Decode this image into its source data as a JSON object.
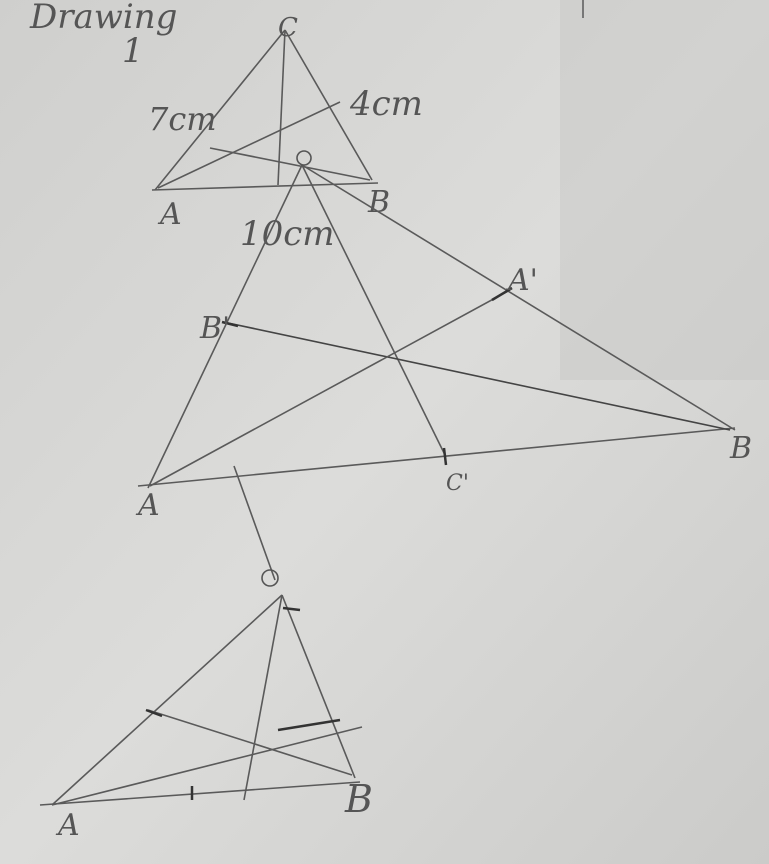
{
  "labels": {
    "top_heading": "Drawing",
    "corner_number": "1",
    "fig1_vertex_c": "C",
    "fig1_vertex_a": "A",
    "fig1_vertex_b": "B",
    "fig1_side_left": "7cm",
    "fig1_side_right": "4cm",
    "fig1_side_bottom": "10cm",
    "fig2_vertex_o": "O",
    "fig2_vertex_b1": "B'",
    "fig2_vertex_a1": "A'",
    "fig2_vertex_b": "B",
    "fig2_vertex_a": "A",
    "fig2_vertex_c1": "C'",
    "fig3_vertex_o": "O",
    "fig3_vertex_a": "A",
    "fig3_vertex_b": "B"
  },
  "colors": {
    "paper": "#d6d6d4",
    "pencil": "#5a5a5a",
    "pencil_dark": "#333333"
  }
}
